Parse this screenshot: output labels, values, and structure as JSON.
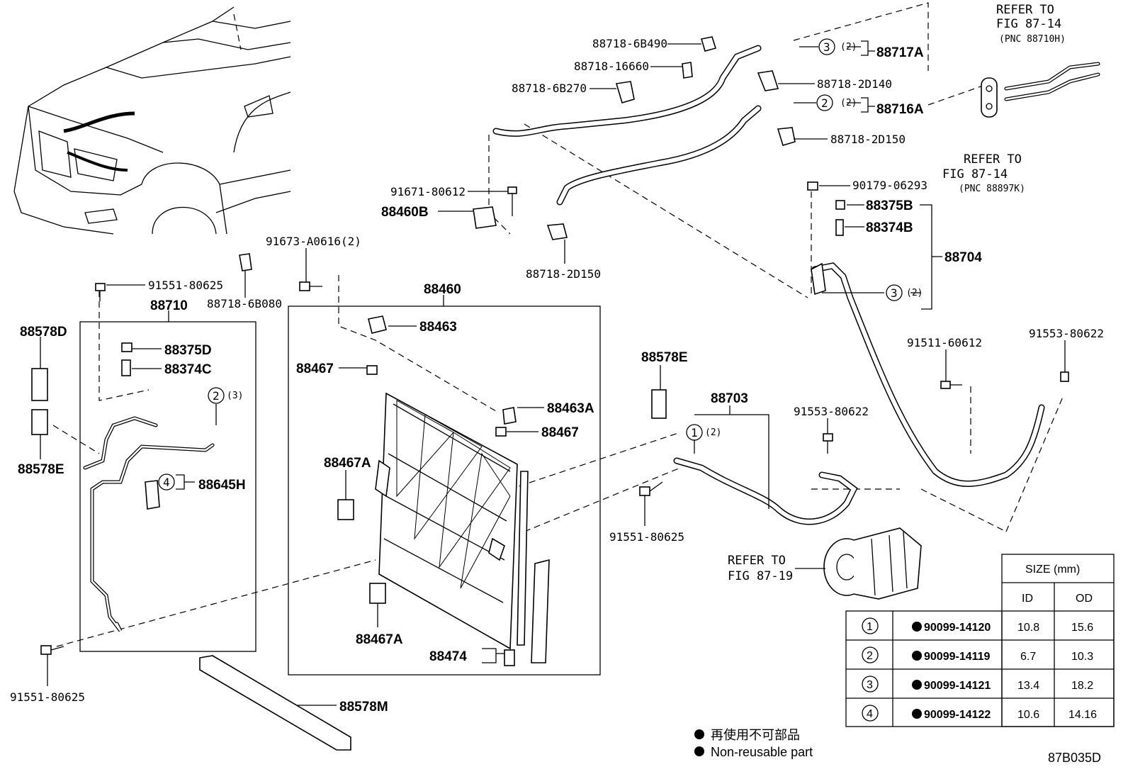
{
  "labels": {
    "p88718_6B490": "88718-6B490",
    "p88718_16660": "88718-16660",
    "p88718_6B270": "88718-6B270",
    "p88718_2D140": "88718-2D140",
    "p88718_2D150a": "88718-2D150",
    "p88718_2D150b": "88718-2D150",
    "p88717A": "88717A",
    "p88716A": "88716A",
    "p91671_80612": "91671-80612",
    "p88460B": "88460B",
    "p90179_06293": "90179-06293",
    "p88375B": "88375B",
    "p88374B": "88374B",
    "p88704": "88704",
    "p91673_A0616": "91673-A0616(2)",
    "p91551_80625a": "91551-80625",
    "p88718_6B080": "88718-6B080",
    "p88710": "88710",
    "p88460": "88460",
    "p88463": "88463",
    "p88578D": "88578D",
    "p88375D": "88375D",
    "p88374C": "88374C",
    "p88467a": "88467",
    "p88463A": "88463A",
    "p88467b": "88467",
    "p88578Ea": "88578E",
    "p88578Eb": "88578E",
    "p88645H": "88645H",
    "p88467Aa": "88467A",
    "p88467Ab": "88467A",
    "p88703": "88703",
    "p91553_80622a": "91553-80622",
    "p91553_80622b": "91553-80622",
    "p91511_60612": "91511-60612",
    "p91551_80625b": "91551-80625",
    "p91551_80625c": "91551-80625",
    "p88474": "88474",
    "p88578M": "88578M"
  },
  "callouts": {
    "c3a": "3",
    "c3a_qty": "(2)",
    "c2a": "2",
    "c2a_qty": "(2)",
    "c3b": "3",
    "c3b_qty": "(2)",
    "c2b": "2",
    "c2b_qty": "(3)",
    "c4": "4",
    "c1": "1",
    "c1_qty": "(2)"
  },
  "refs": {
    "ref1_line1": "REFER TO",
    "ref1_line2": "FIG 87-14",
    "ref1_pnc": "(PNC 88710H)",
    "ref2_line1": "REFER TO",
    "ref2_line2": "FIG 87-14",
    "ref2_pnc": "(PNC 88897K)",
    "ref3_line1": "REFER TO",
    "ref3_line2": "FIG 87-19"
  },
  "size_table": {
    "title": "SIZE (mm)",
    "col_id": "ID",
    "col_od": "OD",
    "rows": [
      {
        "key": "1",
        "part": "90099-14120",
        "id": "10.8",
        "od": "15.6"
      },
      {
        "key": "2",
        "part": "90099-14119",
        "id": "6.7",
        "od": "10.3"
      },
      {
        "key": "3",
        "part": "90099-14121",
        "id": "13.4",
        "od": "18.2"
      },
      {
        "key": "4",
        "part": "90099-14122",
        "id": "10.6",
        "od": "14.16"
      }
    ]
  },
  "legend": {
    "jp": "再使用不可部品",
    "en": "Non-reusable part"
  },
  "figure_code": "87B035D"
}
